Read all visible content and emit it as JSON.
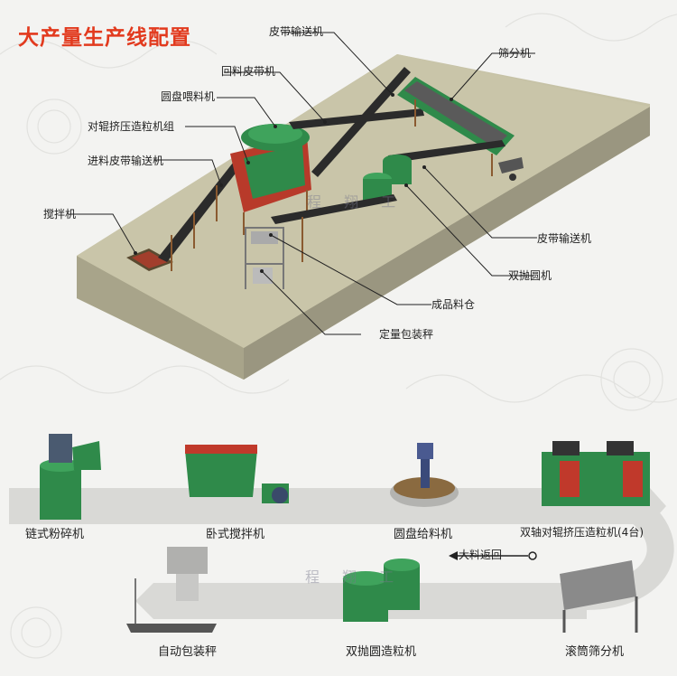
{
  "title": "大产量生产线配置",
  "labels": {
    "belt_conveyor_top": "皮带输送机",
    "return_belt": "回料皮带机",
    "disc_feeder": "圆盘喂料机",
    "roller_group": "对辊挤压造粒机组",
    "feed_belt": "进料皮带输送机",
    "mixer": "搅拌机",
    "screen": "筛分机",
    "belt_conveyor_right": "皮带输送机",
    "double_polish": "双抛圆机",
    "product_bin": "成品料仓",
    "packing_scale": "定量包装秤"
  },
  "machines": {
    "chain_crusher": "链式粉碎机",
    "horizontal_mixer": "卧式搅拌机",
    "disc_feeder": "圆盘给料机",
    "double_roller": "双轴对辊挤压造粒机(4台)",
    "auto_packer": "自动包装秤",
    "double_polish_granulator": "双抛圆造粒机",
    "drum_screen": "滚筒筛分机"
  },
  "return_label": "大料返回",
  "watermark": "程 翔 工",
  "colors": {
    "title": "#e23a1e",
    "platform_top": "#c6c2a6",
    "platform_side": "#a9a58a",
    "machine_green": "#2f8a4a",
    "machine_red": "#c0392b",
    "arrow_band": "#d9d9d6"
  }
}
